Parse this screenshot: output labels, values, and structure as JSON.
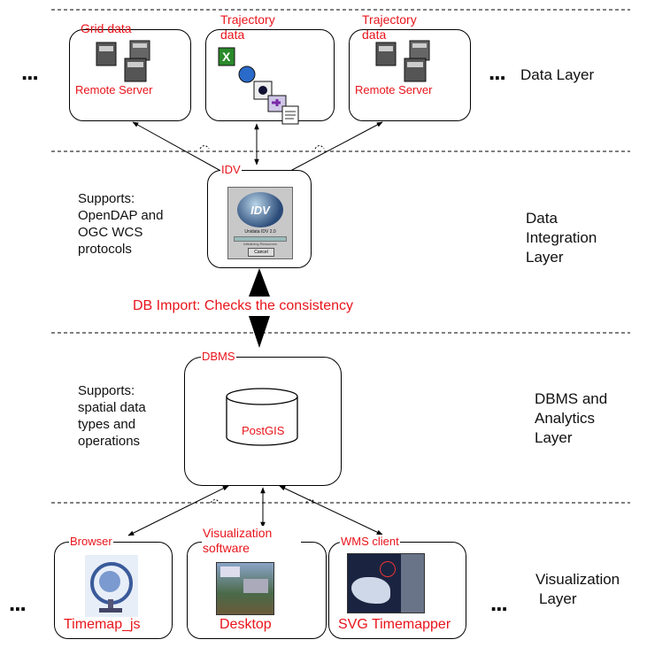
{
  "data_layer": {
    "label": "Data Layer",
    "ellipsis_left": "...",
    "ellipsis_right": "...",
    "sources": [
      {
        "title": "Grid data",
        "subtitle": "Remote Server"
      },
      {
        "title": "Trajectory data",
        "subtitle": ""
      },
      {
        "title": "Trajectory data",
        "subtitle": "Remote Server"
      }
    ]
  },
  "integration_layer": {
    "label_line1": "Data",
    "label_line2": "Integration",
    "label_line3": "Layer",
    "box_title": "IDV",
    "description_line1": "Supports:",
    "description_line2": "OpenDAP and",
    "description_line3": "OGC WCS",
    "description_line4": "protocols",
    "splash_line1": "Unidata IDV 2.0",
    "splash_line2": "Initializing Resources",
    "splash_button": "Cancel"
  },
  "import_step": {
    "label": "DB Import: Checks the consistency"
  },
  "dbms_layer": {
    "label_line1": "DBMS and",
    "label_line2": "Analytics",
    "label_line3": "Layer",
    "box_title": "DBMS",
    "database": "PostGIS",
    "description_line1": "Supports:",
    "description_line2": "spatial data",
    "description_line3": "types and",
    "description_line4": "operations"
  },
  "visualization_layer": {
    "label_line1": "Visualization",
    "label_line2": "Layer",
    "ellipsis_left": "...",
    "ellipsis_right": "...",
    "clients": [
      {
        "title": "Browser",
        "subtitle": "Timemap_js"
      },
      {
        "title": "Visualization software",
        "subtitle": "Desktop"
      },
      {
        "title": "WMS client",
        "subtitle": "SVG Timemapper"
      }
    ]
  },
  "colors": {
    "label_red": "#e8141b",
    "text_black": "#111111"
  }
}
